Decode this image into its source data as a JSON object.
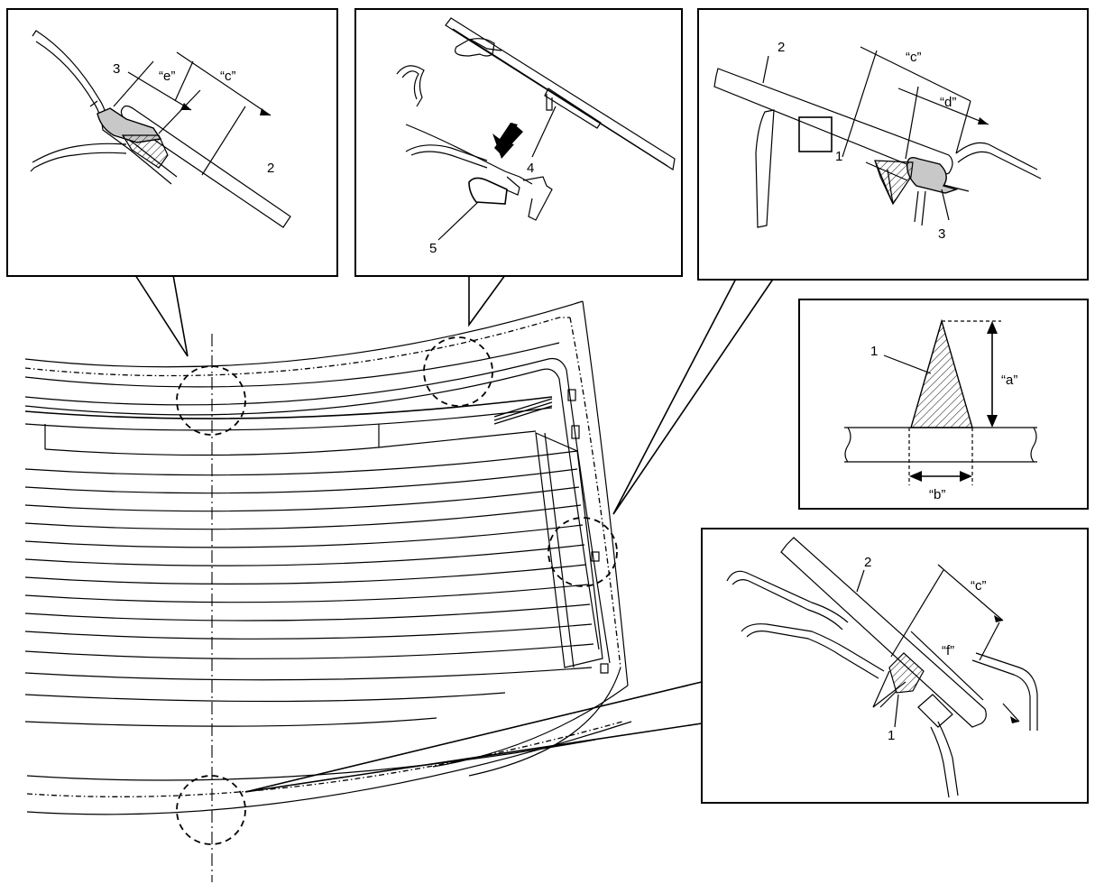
{
  "diagram": {
    "panels": {
      "top_left": {
        "labels": {
          "part_3": "3",
          "dim_e": "“e”",
          "dim_c": "“c”",
          "part_2": "2"
        }
      },
      "top_middle": {
        "labels": {
          "part_4": "4",
          "part_5": "5"
        }
      },
      "top_right": {
        "labels": {
          "part_2": "2",
          "dim_c": "“c”",
          "dim_d": "“d”",
          "part_1": "1",
          "part_3": "3"
        }
      },
      "middle_right": {
        "labels": {
          "part_1": "1",
          "dim_a": "“a”",
          "dim_b": "“b”"
        }
      },
      "bottom_right": {
        "labels": {
          "part_2": "2",
          "dim_c": "“c”",
          "dim_f": "“f”",
          "part_1": "1"
        }
      }
    },
    "colors": {
      "line": "#000000",
      "sealant_fill": "#c8c8c8",
      "background": "#ffffff"
    }
  }
}
